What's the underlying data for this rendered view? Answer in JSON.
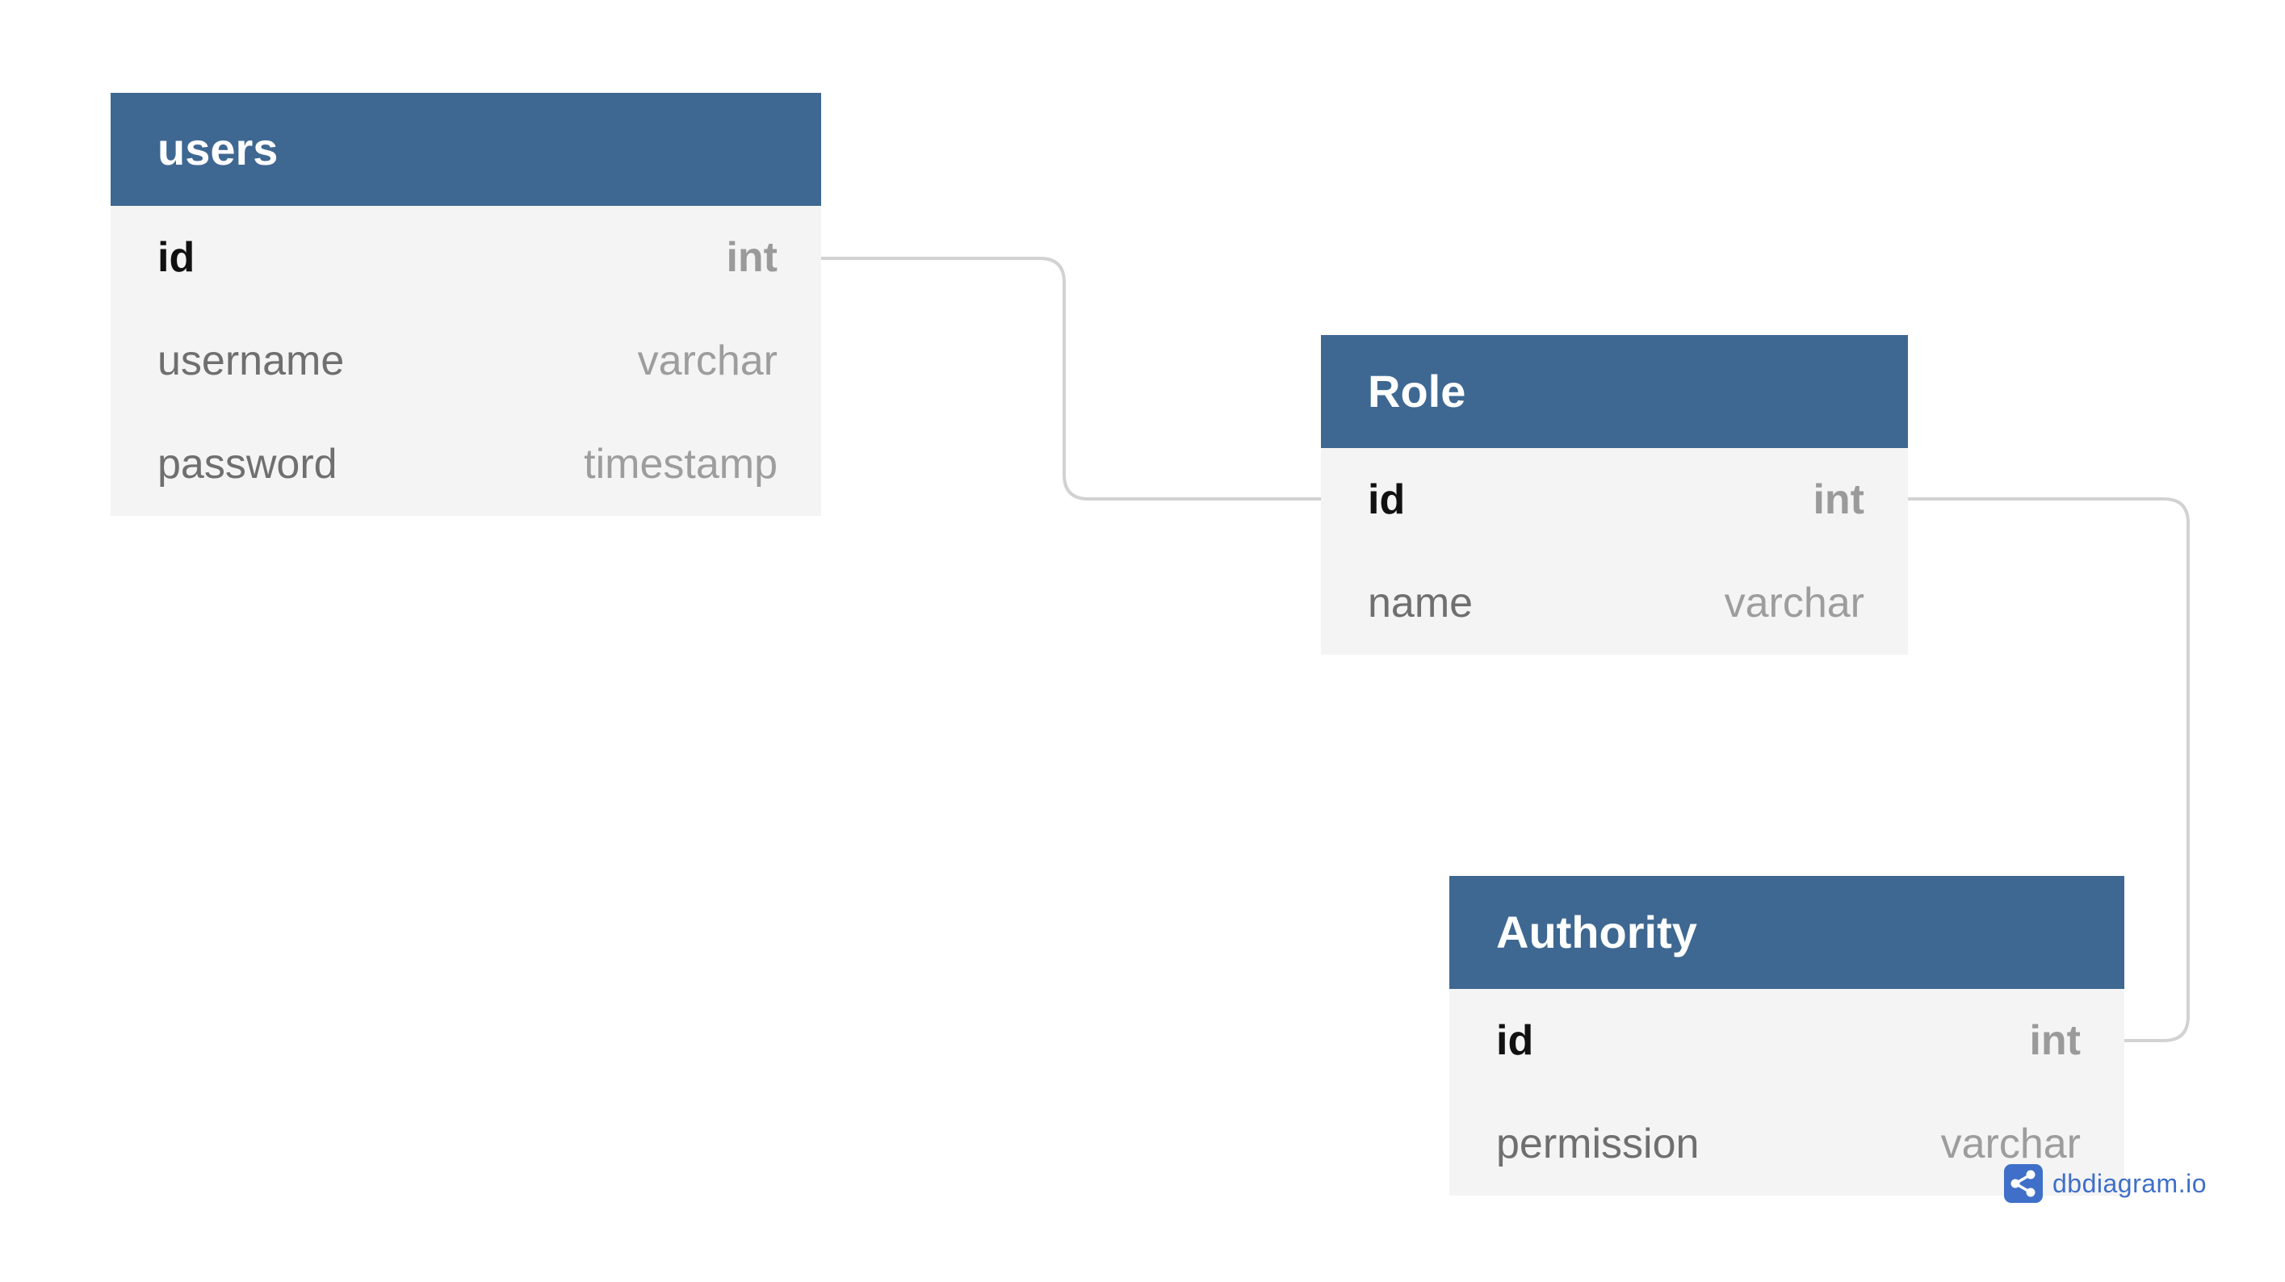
{
  "tables": [
    {
      "name": "users",
      "fields": [
        {
          "name": "id",
          "type": "int",
          "pk": true
        },
        {
          "name": "username",
          "type": "varchar",
          "pk": false
        },
        {
          "name": "password",
          "type": "timestamp",
          "pk": false
        }
      ]
    },
    {
      "name": "Role",
      "fields": [
        {
          "name": "id",
          "type": "int",
          "pk": true
        },
        {
          "name": "name",
          "type": "varchar",
          "pk": false
        }
      ]
    },
    {
      "name": "Authority",
      "fields": [
        {
          "name": "id",
          "type": "int",
          "pk": true
        },
        {
          "name": "permission",
          "type": "varchar",
          "pk": false
        }
      ]
    }
  ],
  "relationships": [
    {
      "from": "users.id",
      "to": "Role.id"
    },
    {
      "from": "Role.id",
      "to": "Authority.id"
    }
  ],
  "watermark": {
    "text": "dbdiagram.io",
    "icon": "share-nodes-icon",
    "color": "#3f6fc8"
  },
  "colors": {
    "header": "#3e6892",
    "body": "#f4f4f4",
    "connector": "#d2d2d2"
  }
}
